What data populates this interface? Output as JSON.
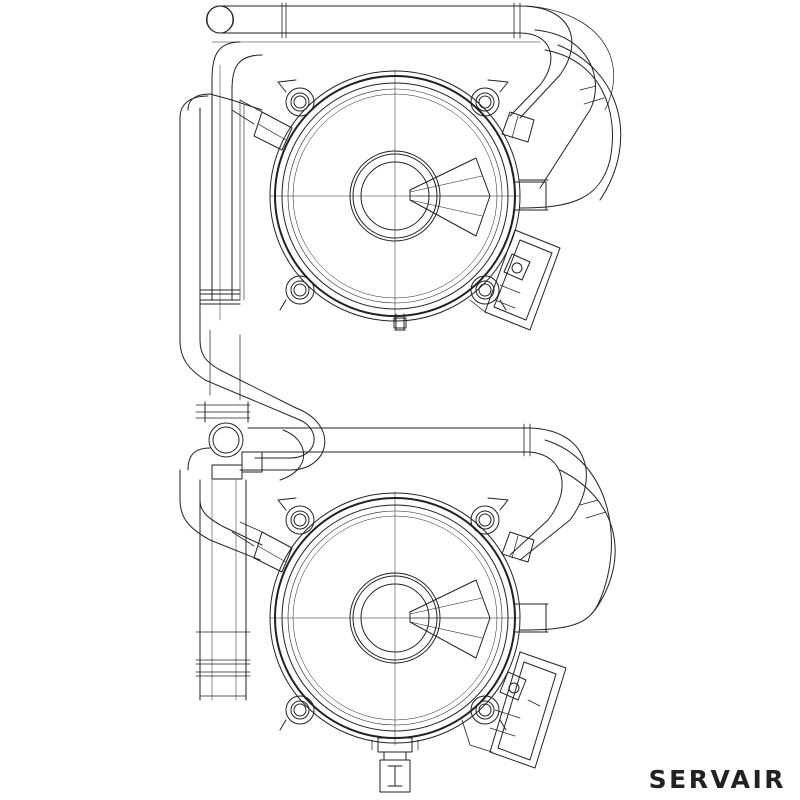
{
  "brand": {
    "name": "SERVAIR"
  },
  "colors": {
    "background": "#ffffff",
    "line": "#222222",
    "brand_text": "#222222"
  },
  "drawing": {
    "units": [
      {
        "id": "upper",
        "parts": [
          "housing",
          "inlet-port",
          "outlet-port",
          "connector-box",
          "mounting-bosses"
        ]
      },
      {
        "id": "lower",
        "parts": [
          "housing",
          "inlet-port",
          "outlet-port",
          "connector-box",
          "mounting-bosses",
          "drain-valve"
        ]
      }
    ]
  }
}
